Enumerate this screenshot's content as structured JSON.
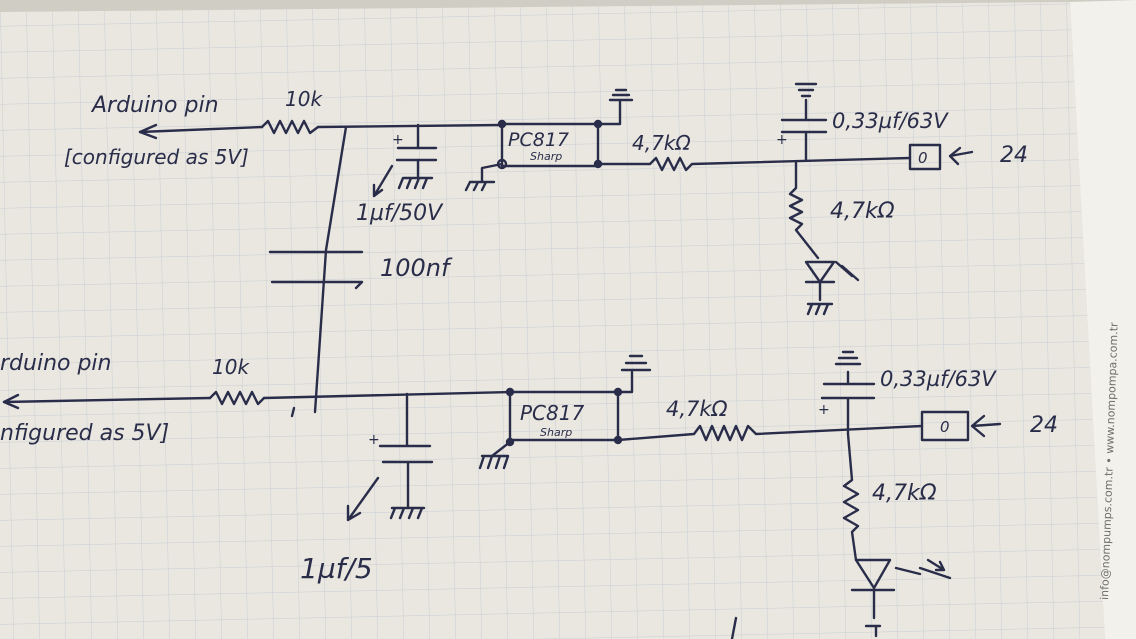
{
  "paper": {
    "side_text": "info@nompumps.com.tr  •  www.nompompa.com.tr",
    "ink_color": "#2a2d4a",
    "paper_color": "#e9e7df",
    "grid_color": "#c9cfd6"
  },
  "circuit_top": {
    "arduino_label": "Arduino pin",
    "config_label": "[configured as 5V]",
    "input_resistor": "10k",
    "cap_small": "1µf/50V",
    "cap_small_plus": "+",
    "optocoupler": "PC817",
    "optocoupler_brand": "Sharp",
    "series_resistor": "4,7kΩ",
    "cap_hv": "0,33µf/63V",
    "cap_hv_plus": "+",
    "input_terminal": "0",
    "input_voltage": "24",
    "led_resistor": "4,7kΩ"
  },
  "coupling_cap": "100nf",
  "circuit_bottom": {
    "arduino_label": "rduino pin",
    "config_label": "nfigured as 5V]",
    "input_resistor": "10k",
    "cap_small": "1µf/5",
    "cap_small_plus": "+",
    "optocoupler": "PC817",
    "optocoupler_brand": "Sharp",
    "series_resistor": "4,7kΩ",
    "cap_hv": "0,33µf/63V",
    "cap_hv_plus": "+",
    "input_terminal": "0",
    "input_voltage": "24",
    "led_resistor": "4,7kΩ"
  }
}
